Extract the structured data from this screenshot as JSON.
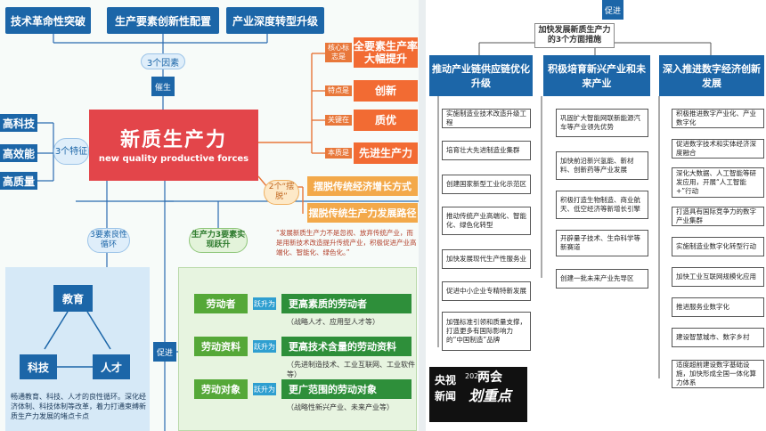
{
  "left": {
    "top_boxes": [
      "技术革命性突破",
      "生产要素创新性配置",
      "产业深度转型升级"
    ],
    "factors_pill": "3个因素",
    "promote_label": "催生",
    "left_items": [
      "高科技",
      "高效能",
      "高质量"
    ],
    "features_pill": "3个特征",
    "center_title": "新质生产力",
    "center_subtitle": "new quality productive forces",
    "right_rows": [
      {
        "label": "核心标志是",
        "value": "全要素生产率大幅提升"
      },
      {
        "label": "特点是",
        "value": "创新"
      },
      {
        "label": "关键在",
        "value": "质优"
      },
      {
        "label": "本质是",
        "value": "先进生产力"
      }
    ],
    "breakaway_pill": "2个“摆脱”",
    "breakaway_items": [
      "摆脱传统经济增长方式",
      "摆脱传统生产力发展路径"
    ],
    "note": "“发展新质生产力不是忽视、放弃传统产业，而是用新技术改造提升传统产业，积极促进产业高端化、智能化、绿色化。”",
    "three_elements_pill": "3要素良性循环",
    "three_elements_nodes": [
      "教育",
      "科技",
      "人才"
    ],
    "three_elements_text": "畅通教育、科技、人才的良性循环。深化经济体制、科技体制等改革，着力打通束缚新质生产力发展的堵点卡点",
    "promote_side": "促进",
    "productivity_pill": "生产力3要素实现跃升",
    "leap_label": "跃升为",
    "green_rows": [
      {
        "from": "劳动者",
        "to": "更高素质的劳动者",
        "sub": "（战略人才、应用型人才等）"
      },
      {
        "from": "劳动资料",
        "to": "更高技术含量的劳动资料",
        "sub": "（先进制造技术、工业互联网、工业软件等）"
      },
      {
        "from": "劳动对象",
        "to": "更广范围的劳动对象",
        "sub": "（战略性新兴产业、未来产业等）"
      }
    ]
  },
  "right": {
    "promote_top": "促进",
    "title": "加快发展新质生产力的3个方面措施",
    "columns": [
      {
        "header": "推动产业链供应链优化升级",
        "items": [
          "实施制造业技术改造升级工程",
          "培育壮大先进制造业集群",
          "创建国家新型工业化示范区",
          "推动传统产业高端化、智能化、绿色化转型",
          "加快发展现代生产性服务业",
          "促进中小企业专精特新发展",
          "加强标准引领和质量支撑，打造更多有国际影响力的“中国制造”品牌"
        ]
      },
      {
        "header": "积极培育新兴产业和未来产业",
        "items": [
          "巩固扩大智能网联新能源汽车等产业领先优势",
          "加快前沿新兴氢能、新材料、创新药等产业发展",
          "积极打造生物制造、商业航天、低空经济等新增长引擎",
          "开辟量子技术、生命科学等新赛道",
          "创建一批未来产业先导区"
        ]
      },
      {
        "header": "深入推进数字经济创新发展",
        "items": [
          "积极推进数字产业化、产业数字化",
          "促进数字技术和实体经济深度融合",
          "深化大数据、人工智能等研发应用，开展“人工智能+”行动",
          "打造具有国际竞争力的数字产业集群",
          "实施制造业数字化转型行动",
          "加快工业互联网规模化应用",
          "推进服务业数字化",
          "建设智慧城市、数字乡村",
          "适度超前建设数字基础设施，加快形成全国一体化算力体系"
        ]
      }
    ],
    "logo_lines": [
      "央视",
      "新闻",
      "2024",
      "两会",
      "划重点"
    ]
  }
}
